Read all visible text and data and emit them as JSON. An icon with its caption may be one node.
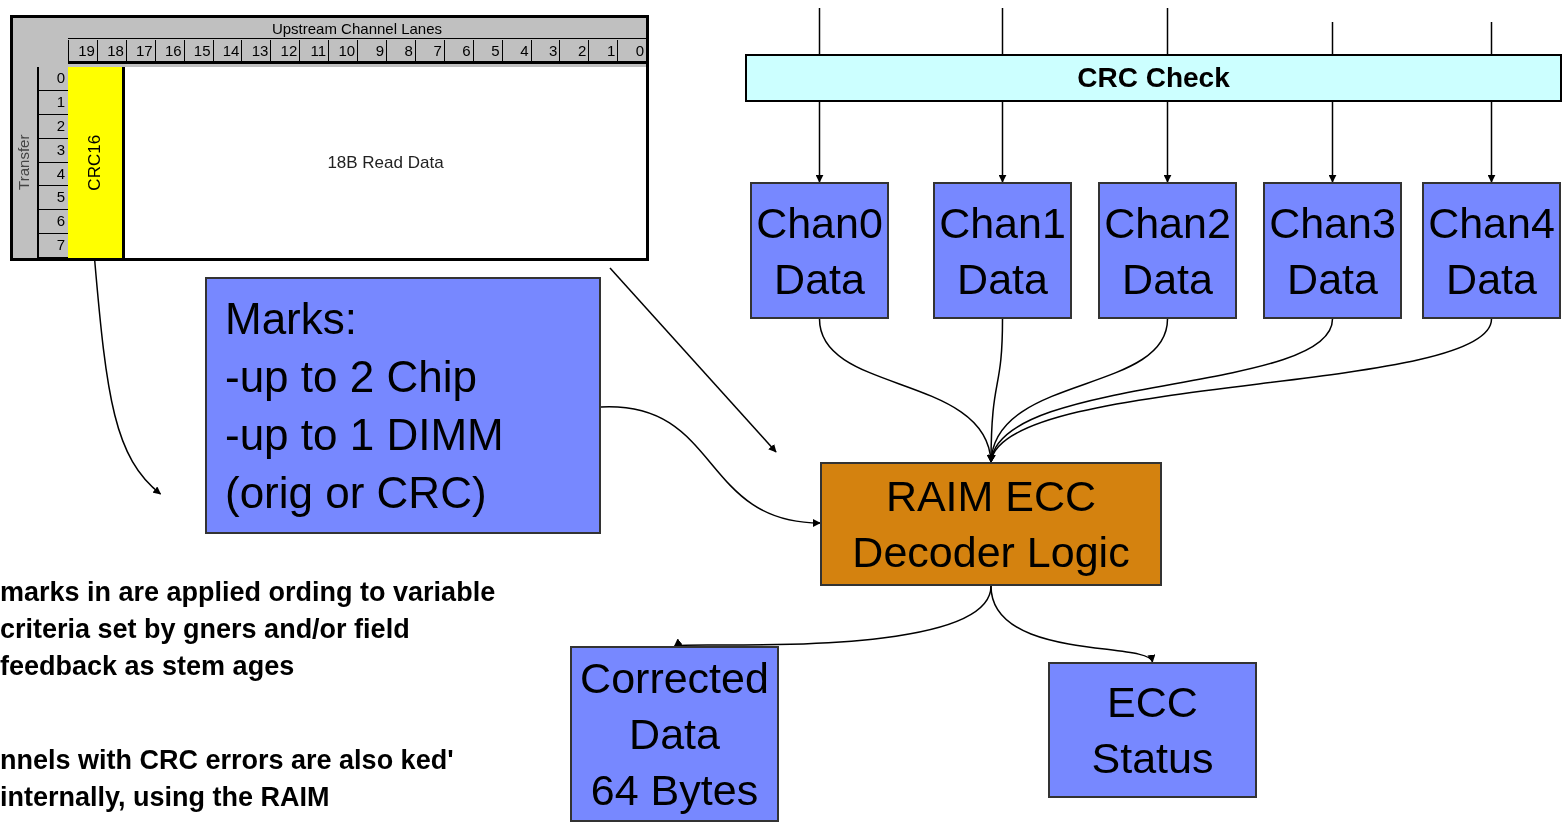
{
  "diagram": {
    "nodes": [
      {
        "text": [
          "CRC16"
        ]
      },
      {
        "text": [
          "18B Read Data"
        ]
      },
      {
        "text": [
          "CRC Check"
        ]
      },
      {
        "text": [
          "Chan0 Data"
        ]
      },
      {
        "text": [
          "Chan1 Data"
        ]
      },
      {
        "text": [
          "Chan2 Data"
        ]
      },
      {
        "text": [
          "Chan3 Data"
        ]
      },
      {
        "text": [
          "Chan4 Data"
        ]
      },
      {
        "text": [
          "Marks:",
          "-up to 2 Chip",
          "-up to 1 DIMM",
          "(orig or CRC)"
        ]
      },
      {
        "text": [
          "RAIM ECC Decoder Logic"
        ]
      },
      {
        "text": [
          "Corrected Data",
          "64 Bytes"
        ]
      },
      {
        "text": [
          "ECC Status"
        ]
      }
    ],
    "edges": [
      {
        "from": null,
        "to": 2,
        "arrow": "none"
      },
      {
        "from": null,
        "to": 2,
        "arrow": "none"
      },
      {
        "from": null,
        "to": 2,
        "arrow": "none"
      },
      {
        "from": null,
        "to": 2,
        "arrow": "none"
      },
      {
        "from": null,
        "to": 2,
        "arrow": "none"
      },
      {
        "from": 2,
        "to": 3,
        "arrow": "to"
      },
      {
        "from": 2,
        "to": 4,
        "arrow": "to"
      },
      {
        "from": 2,
        "to": 5,
        "arrow": "to"
      },
      {
        "from": 2,
        "to": 6,
        "arrow": "to"
      },
      {
        "from": 2,
        "to": 7,
        "arrow": "to"
      },
      {
        "from": 3,
        "to": 9,
        "arrow": "to"
      },
      {
        "from": 4,
        "to": 9,
        "arrow": "to"
      },
      {
        "from": 5,
        "to": 9,
        "arrow": "to"
      },
      {
        "from": 6,
        "to": 9,
        "arrow": "to"
      },
      {
        "from": 7,
        "to": 9,
        "arrow": "to"
      },
      {
        "from": 8,
        "to": 9,
        "arrow": "to"
      },
      {
        "from": 9,
        "to": 10,
        "arrow": "to"
      },
      {
        "from": 9,
        "to": 11,
        "arrow": "to"
      },
      {
        "from": 0,
        "to": null,
        "arrow": "to"
      },
      {
        "from": 1,
        "to": null,
        "arrow": "to"
      }
    ],
    "labels": [
      "Upstream Channel Lanes",
      "19",
      "18",
      "17",
      "16",
      "15",
      "14",
      "13",
      "12",
      "11",
      "10",
      "9",
      "8",
      "7",
      "6",
      "5",
      "4",
      "3",
      "2",
      "1",
      "0",
      "Transfer",
      "0",
      "1",
      "2",
      "3",
      "4",
      "5",
      "6",
      "7",
      "marks in are applied ording to variable criteria set by gners and/or field feedback as stem ages",
      "nnels with CRC errors are also ked' internally, using the RAIM"
    ]
  }
}
